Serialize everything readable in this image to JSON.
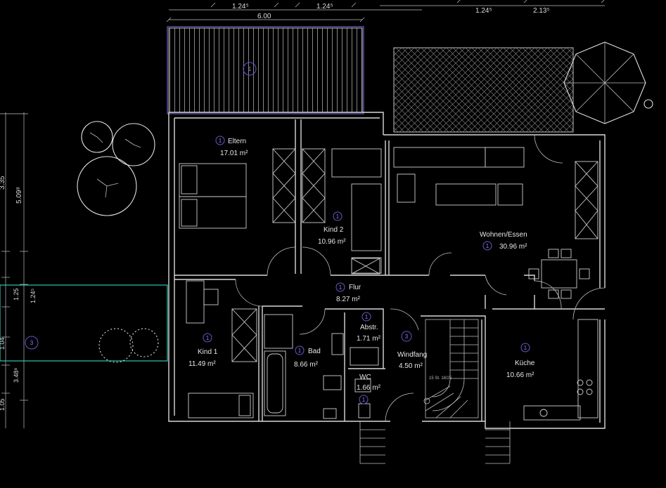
{
  "dimensions": {
    "top": [
      "1.24⁵",
      "1.24⁵",
      "6.00",
      "1.24⁵",
      "2.13⁵"
    ],
    "left": [
      "3.35",
      "5.09⁸",
      "1.25",
      "1.24⁵",
      "1.04",
      "3.48⁸",
      "1.05"
    ]
  },
  "rooms": [
    {
      "name": "Eltern",
      "area": "17.01 m²",
      "marker": "1"
    },
    {
      "name": "Kind 2",
      "area": "10.96 m²",
      "marker": "1"
    },
    {
      "name": "Wohnen/Essen",
      "area": "30.96 m²",
      "marker": "1"
    },
    {
      "name": "Flur",
      "area": "8.27 m²",
      "marker": "1"
    },
    {
      "name": "Abstr.",
      "area": "1.71 m²",
      "marker": "1"
    },
    {
      "name": "Windfang",
      "area": "4.50 m²",
      "marker": "3"
    },
    {
      "name": "Küche",
      "area": "10.66 m²",
      "marker": "1"
    },
    {
      "name": "Kind 1",
      "area": "11.49 m²",
      "marker": "1"
    },
    {
      "name": "Bad",
      "area": "8.66 m²",
      "marker": "1"
    },
    {
      "name": "WC",
      "area": "1.66 m²",
      "marker": "1"
    }
  ],
  "area_markers": {
    "terrace": "1",
    "garden": "3"
  },
  "stair_label": "15 St. 18/25",
  "colors": {
    "background": "#000000",
    "walls": "#d8d8d8",
    "room_marker": "#7c62d8",
    "garden_outline": "#2fd6c4"
  }
}
